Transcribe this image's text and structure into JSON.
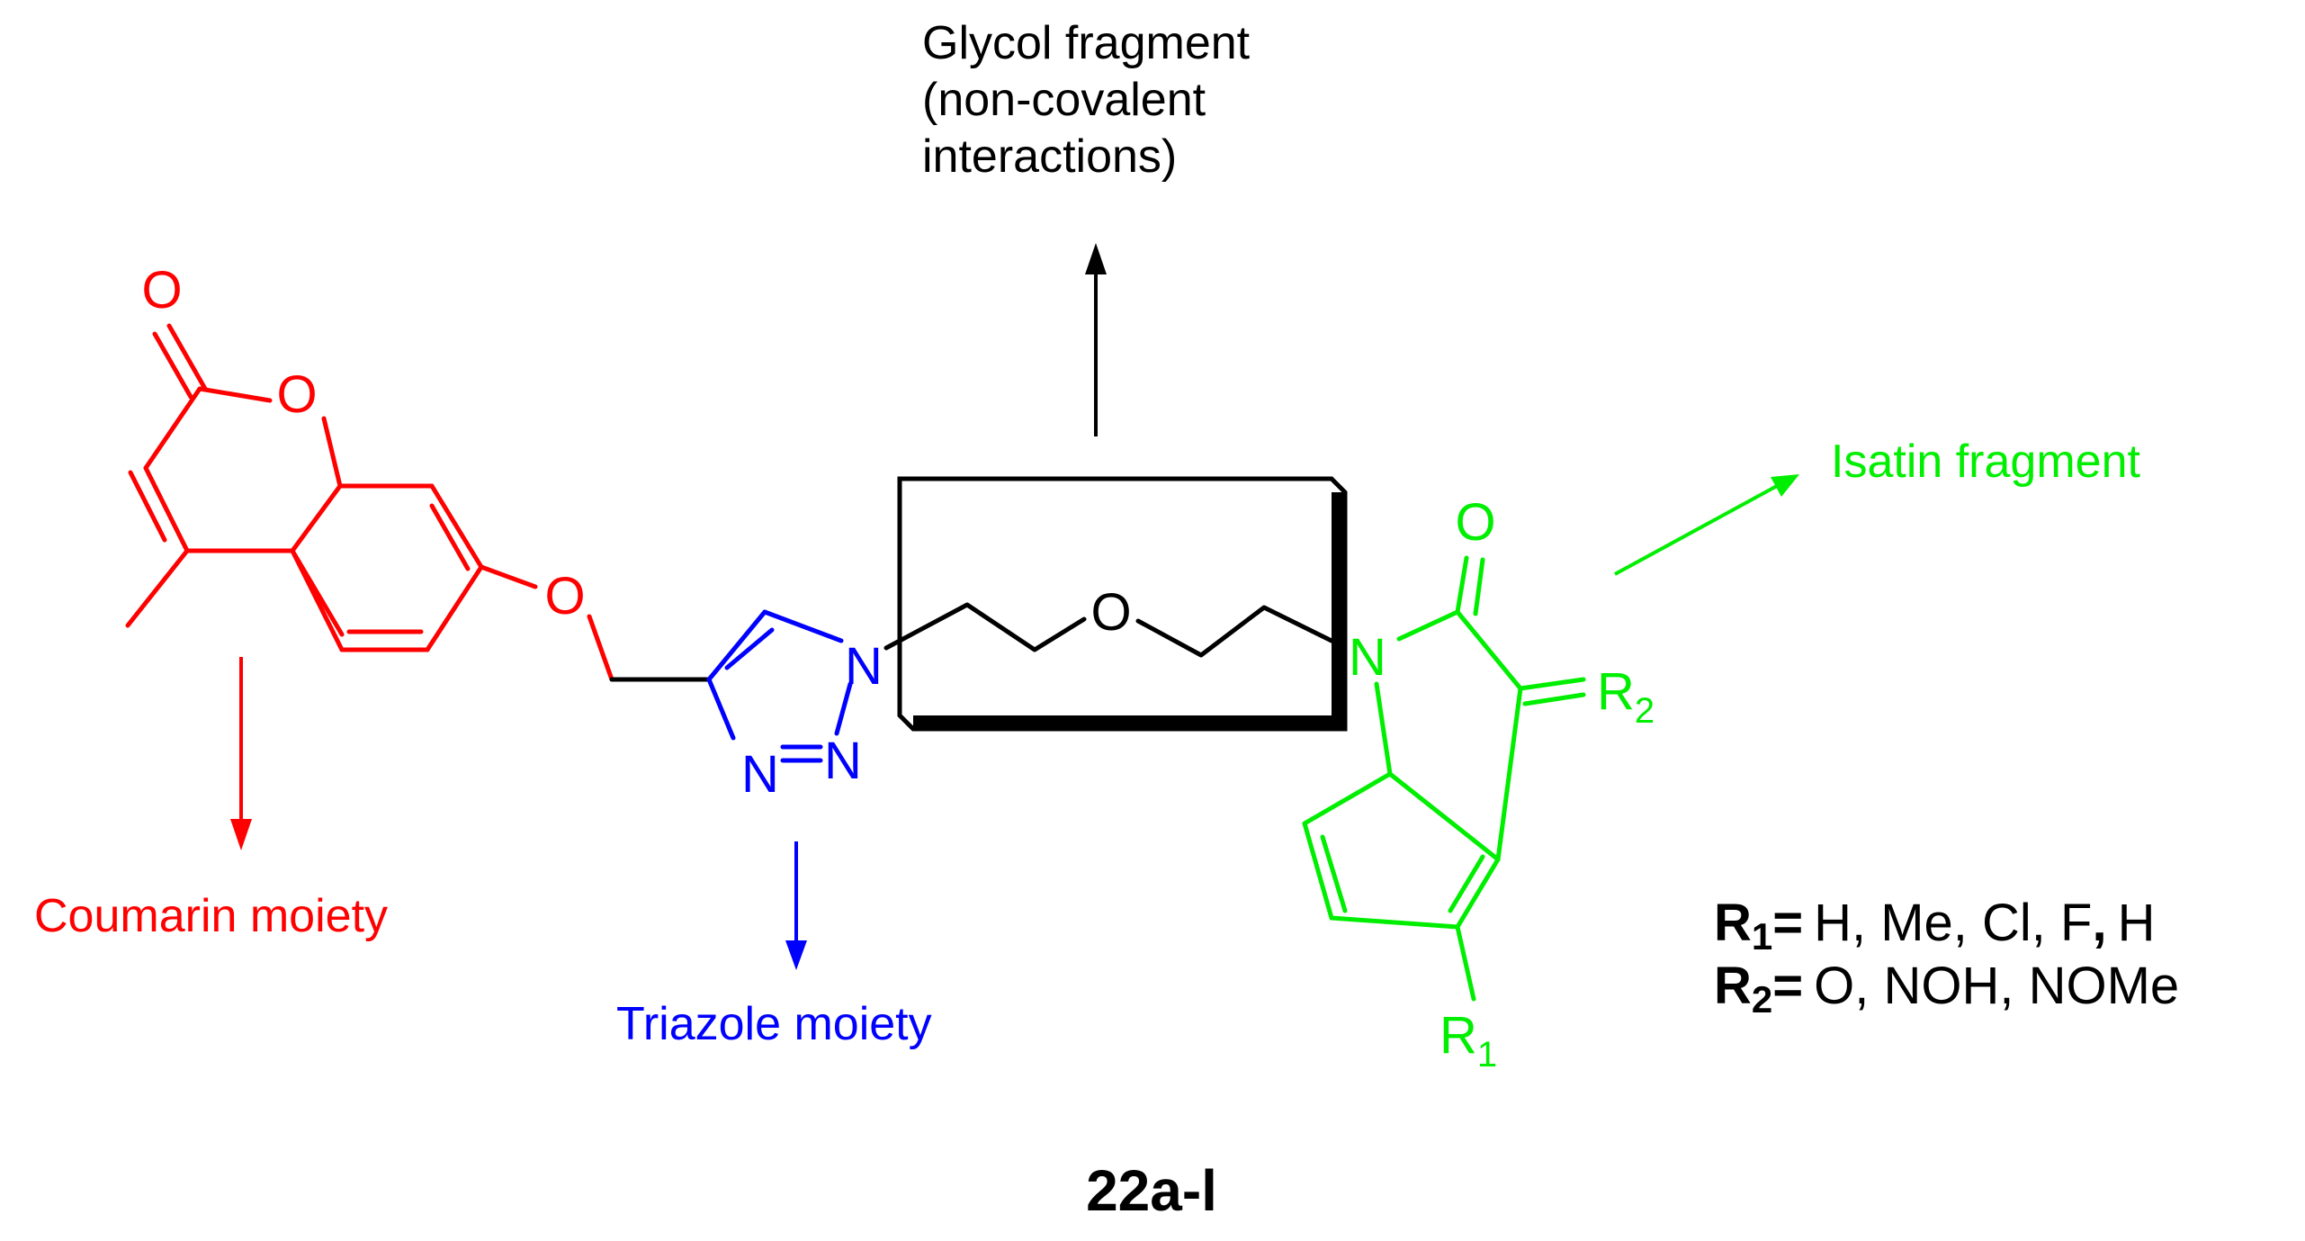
{
  "labels": {
    "glycol": [
      "Glycol fragment",
      "(non-covalent",
      "interactions)"
    ],
    "isatin": "Isatin fragment",
    "coumarin": "Coumarin moiety",
    "triazole": "Triazole moiety",
    "compound": "22a-l"
  },
  "substituents": {
    "r1_symbol": "R",
    "r1_sub": "1",
    "r1_eq": "=",
    "r1_values": "H, Me, Cl, F",
    "r1_comma": ",",
    "r1_last": "H",
    "r2_symbol": "R",
    "r2_sub": "2",
    "r2_eq": "=",
    "r2_values": "O, NOH, NOMe"
  },
  "atoms": {
    "coumarin_carbonyl_o": "O",
    "coumarin_ring_o": "O",
    "ether_o": "O",
    "triazole_n1": "N",
    "triazole_n2": "N",
    "triazole_n3": "N",
    "glycol_o": "O",
    "isatin_n": "N",
    "isatin_o": "O",
    "isatin_r2": "R",
    "isatin_r2_sub": "2",
    "isatin_r1": "R",
    "isatin_r1_sub": "1"
  },
  "colors": {
    "coumarin": "#ff0000",
    "triazole": "#0000ff",
    "isatin": "#00ee00",
    "glycol": "#000000"
  }
}
